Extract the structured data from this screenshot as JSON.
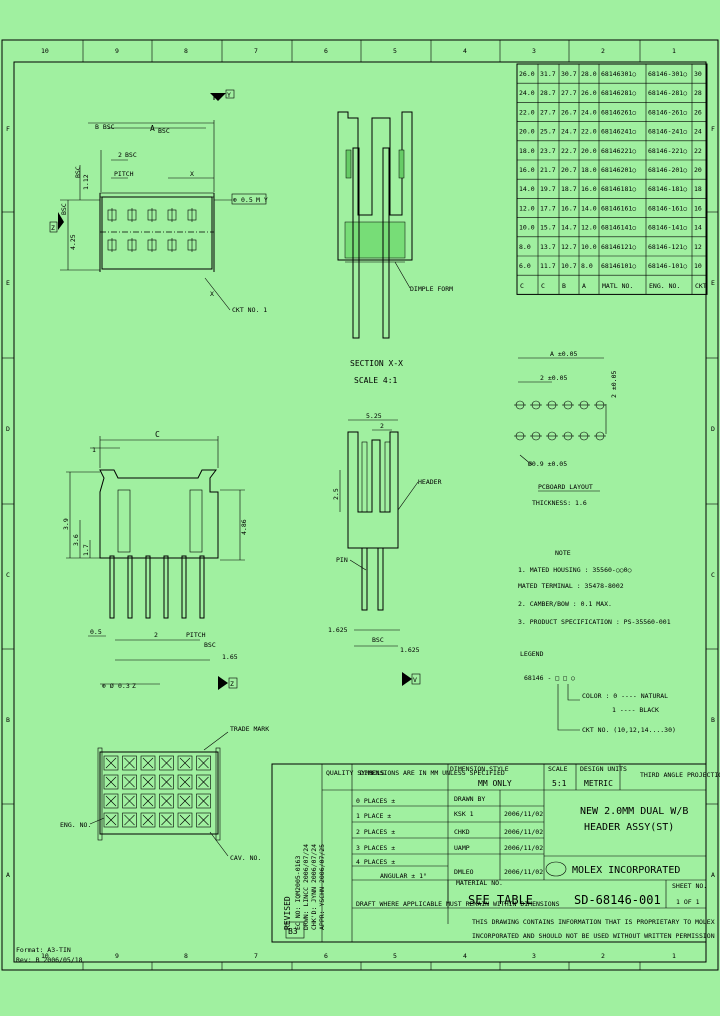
{
  "border": {
    "cols": [
      "10",
      "9",
      "8",
      "7",
      "6",
      "5",
      "4",
      "3",
      "2",
      "1"
    ],
    "rows": [
      "F",
      "E",
      "D",
      "C",
      "B",
      "A"
    ]
  },
  "table": {
    "headers": [
      "C",
      "C",
      "B",
      "A",
      "MATL NO.",
      "ENG. NO.",
      "CKT"
    ],
    "rows": [
      [
        "26.0",
        "31.7",
        "30.7",
        "28.0",
        "68146301○",
        "68146-301○",
        "30"
      ],
      [
        "24.0",
        "28.7",
        "27.7",
        "26.0",
        "68146281○",
        "68146-281○",
        "28"
      ],
      [
        "22.0",
        "27.7",
        "26.7",
        "24.0",
        "68146261○",
        "68146-261○",
        "26"
      ],
      [
        "20.0",
        "25.7",
        "24.7",
        "22.0",
        "68146241○",
        "68146-241○",
        "24"
      ],
      [
        "18.0",
        "23.7",
        "22.7",
        "20.0",
        "68146221○",
        "68146-221○",
        "22"
      ],
      [
        "16.0",
        "21.7",
        "20.7",
        "18.0",
        "68146201○",
        "68146-201○",
        "20"
      ],
      [
        "14.0",
        "19.7",
        "18.7",
        "16.0",
        "68146181○",
        "68146-181○",
        "18"
      ],
      [
        "12.0",
        "17.7",
        "16.7",
        "14.0",
        "68146161○",
        "68146-161○",
        "16"
      ],
      [
        "10.0",
        "15.7",
        "14.7",
        "12.0",
        "68146141○",
        "68146-141○",
        "14"
      ],
      [
        "8.0",
        "13.7",
        "12.7",
        "10.0",
        "68146121○",
        "68146-121○",
        "12"
      ],
      [
        "6.0",
        "11.7",
        "10.7",
        "8.0",
        "68146101○",
        "68146-101○",
        "10"
      ]
    ]
  },
  "top_view": {
    "a_dim": "A",
    "b_dim": "B",
    "bsc": "BSC",
    "b_bsc": "B BSC",
    "pitch": "PITCH",
    "x_mark": "X",
    "h1": "1.12",
    "h2": "4.25",
    "bsc_v": "BSC",
    "z": "Z",
    "y": "Y",
    "pos_tol": "0.5",
    "pos_ref": "M Y",
    "ckt": "CKT NO. 1"
  },
  "section": {
    "title": "SECTION X-X",
    "scale": "SCALE 4:1",
    "dimple": "DIMPLE FORM"
  },
  "front_view": {
    "c": "C",
    "one": "1",
    "d39": "3.9",
    "d36": "3.6",
    "d17": "1.7",
    "d486": "4.86",
    "d05": "0.5",
    "d2": "2",
    "bsc": "BSC",
    "pitch": "PITCH",
    "d165": "1.65",
    "hole": "0.3",
    "hole_ref": "Z"
  },
  "side_view": {
    "d525": "5.25",
    "d2": "2",
    "d25": "2.5",
    "header": "HEADER",
    "pin": "PIN",
    "d1625": "1.625",
    "d1625b": "1.625",
    "bsc": "BSC",
    "v": "V"
  },
  "pcb": {
    "a": "A ±0.05",
    "two": "2 ±0.05",
    "two_v": "2 ±0.05",
    "hole": "Ø0.9 ±0.05",
    "label": "PCBOARD LAYOUT",
    "thick": "THICKNESS: 1.6"
  },
  "notes": {
    "title": "NOTE",
    "items": [
      "1. MATED HOUSING : 35560-○○0○",
      "   MATED TERMINAL : 35478-8002",
      "2. CAMBER/BOW : 0.1 MAX.",
      "3. PRODUCT SPECIFICATION : PS-35560-001"
    ]
  },
  "legend": {
    "title": "LEGEND",
    "code": "68146 - □ □ ○",
    "color": "COLOR : 0 ---- NATURAL",
    "color2": "1 ---- BLACK",
    "ckt": "CKT NO. (10,12,14....30)"
  },
  "bottom_view": {
    "trade": "TRADE MARK",
    "eng": "ENG. NO.",
    "cav": "CAV. NO."
  },
  "title_block": {
    "qual": "QUALITY SYMBOLS",
    "dims_in": "DIMENSIONS ARE IN MM UNLESS SPECIFIED",
    "dim_style_lbl": "DIMENSION STYLE",
    "dim_style": "MM ONLY",
    "scale_lbl": "SCALE",
    "scale": "5:1",
    "units_lbl": "DESIGN UNITS",
    "units": "METRIC",
    "projection": "THIRD ANGLE PROJECTION",
    "tol1": "0 PLACES ±",
    "tol2": "1 PLACE ±",
    "tol3": "2 PLACES ±",
    "tol4": "3 PLACES ±",
    "tol5": "4 PLACES ±",
    "angular": "ANGULAR ± 1°",
    "drawn_lbl": "DRAWN BY",
    "drawn": "KSK 1",
    "date1": "2006/11/02",
    "date2": "2006/11/02",
    "date3": "2006/11/02",
    "date4": "2006/11/02",
    "checked": "CHKD",
    "approved": "UAMP",
    "appr": "DMLEO",
    "title1": "NEW 2.0MM DUAL W/B",
    "title2": "HEADER ASSY(ST)",
    "company": "MOLEX INCORPORATED",
    "material_lbl": "MATERIAL NO.",
    "material": "SEE TABLE",
    "doc": "SD-68146-001",
    "sheet": "1 OF 1",
    "sheet_lbl": "SHEET NO.",
    "draft": "DRAFT WHERE APPLICABLE MUST REMAIN WITHIN DIMENSIONS",
    "prop1": "THIS DRAWING CONTAINS INFORMATION THAT IS PROPRIETARY TO MOLEX",
    "prop2": "INCORPORATED AND SHOULD NOT BE USED WITHOUT WRITTEN PERMISSION",
    "revised": "REVISED",
    "rev_letter": "B3",
    "rev_lines": [
      "EC NO: IQM2005-0163",
      "DRWN: LINCC 2006/07/24",
      "CHK'D: JYNN 2006/07/24",
      "APPR: YSCHN 2006/07/25"
    ]
  },
  "footer": {
    "fmt": "Format: A3-TIN",
    "rev": "Rev: B 2006/05/18"
  }
}
